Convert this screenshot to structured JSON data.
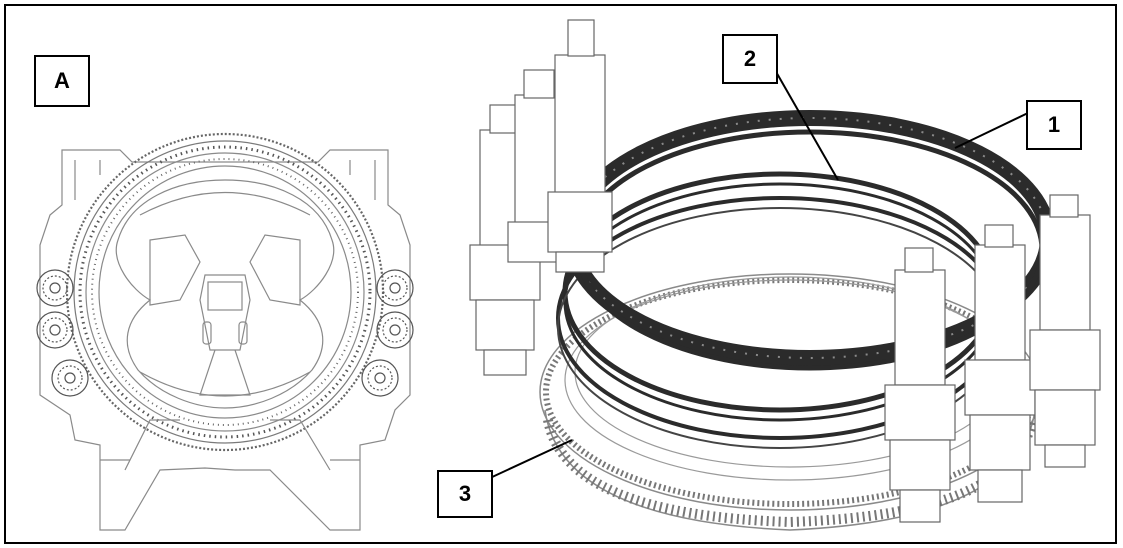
{
  "callouts": {
    "view_label": "A",
    "item_1": "1",
    "item_2": "2",
    "item_3": "3"
  },
  "colors": {
    "line": "#000000",
    "drawing": "#8a8a8a",
    "dark_ring": "#2b2b2b",
    "background": "#ffffff"
  },
  "icons": {
    "hub_front_view": "pitch-bearing-hub-front-view-drawing",
    "pitch_assembly": "pitch-ring-and-drive-motors-isometric-drawing"
  }
}
